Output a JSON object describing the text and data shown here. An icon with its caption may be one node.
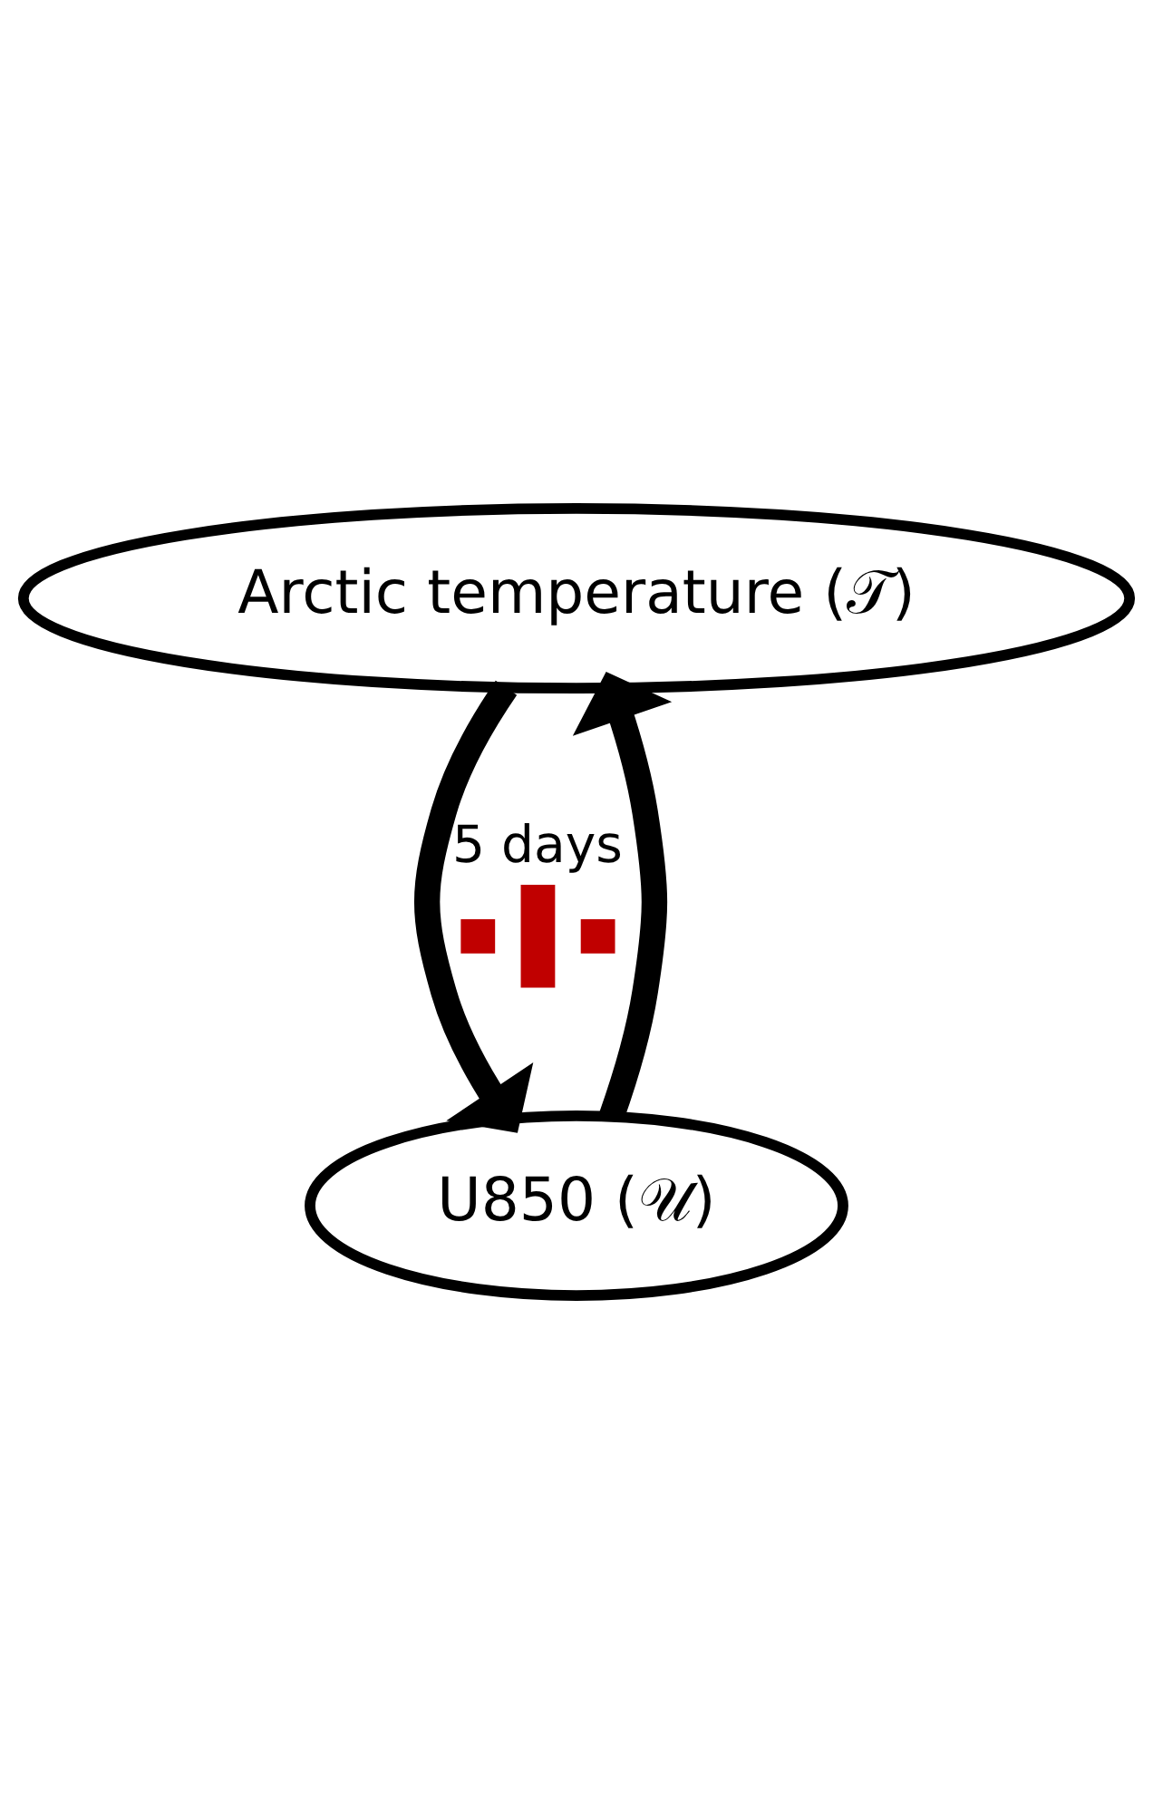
{
  "diagram": {
    "nodes": [
      {
        "text": [
          "Arctic temperature (𝒯)"
        ]
      },
      {
        "text": [
          "U850 (𝒰)"
        ]
      }
    ],
    "edges": [
      {
        "from": 0,
        "to": 1,
        "arrow": "to",
        "label": "5 days"
      },
      {
        "from": 1,
        "to": 0,
        "arrow": "to"
      }
    ]
  }
}
